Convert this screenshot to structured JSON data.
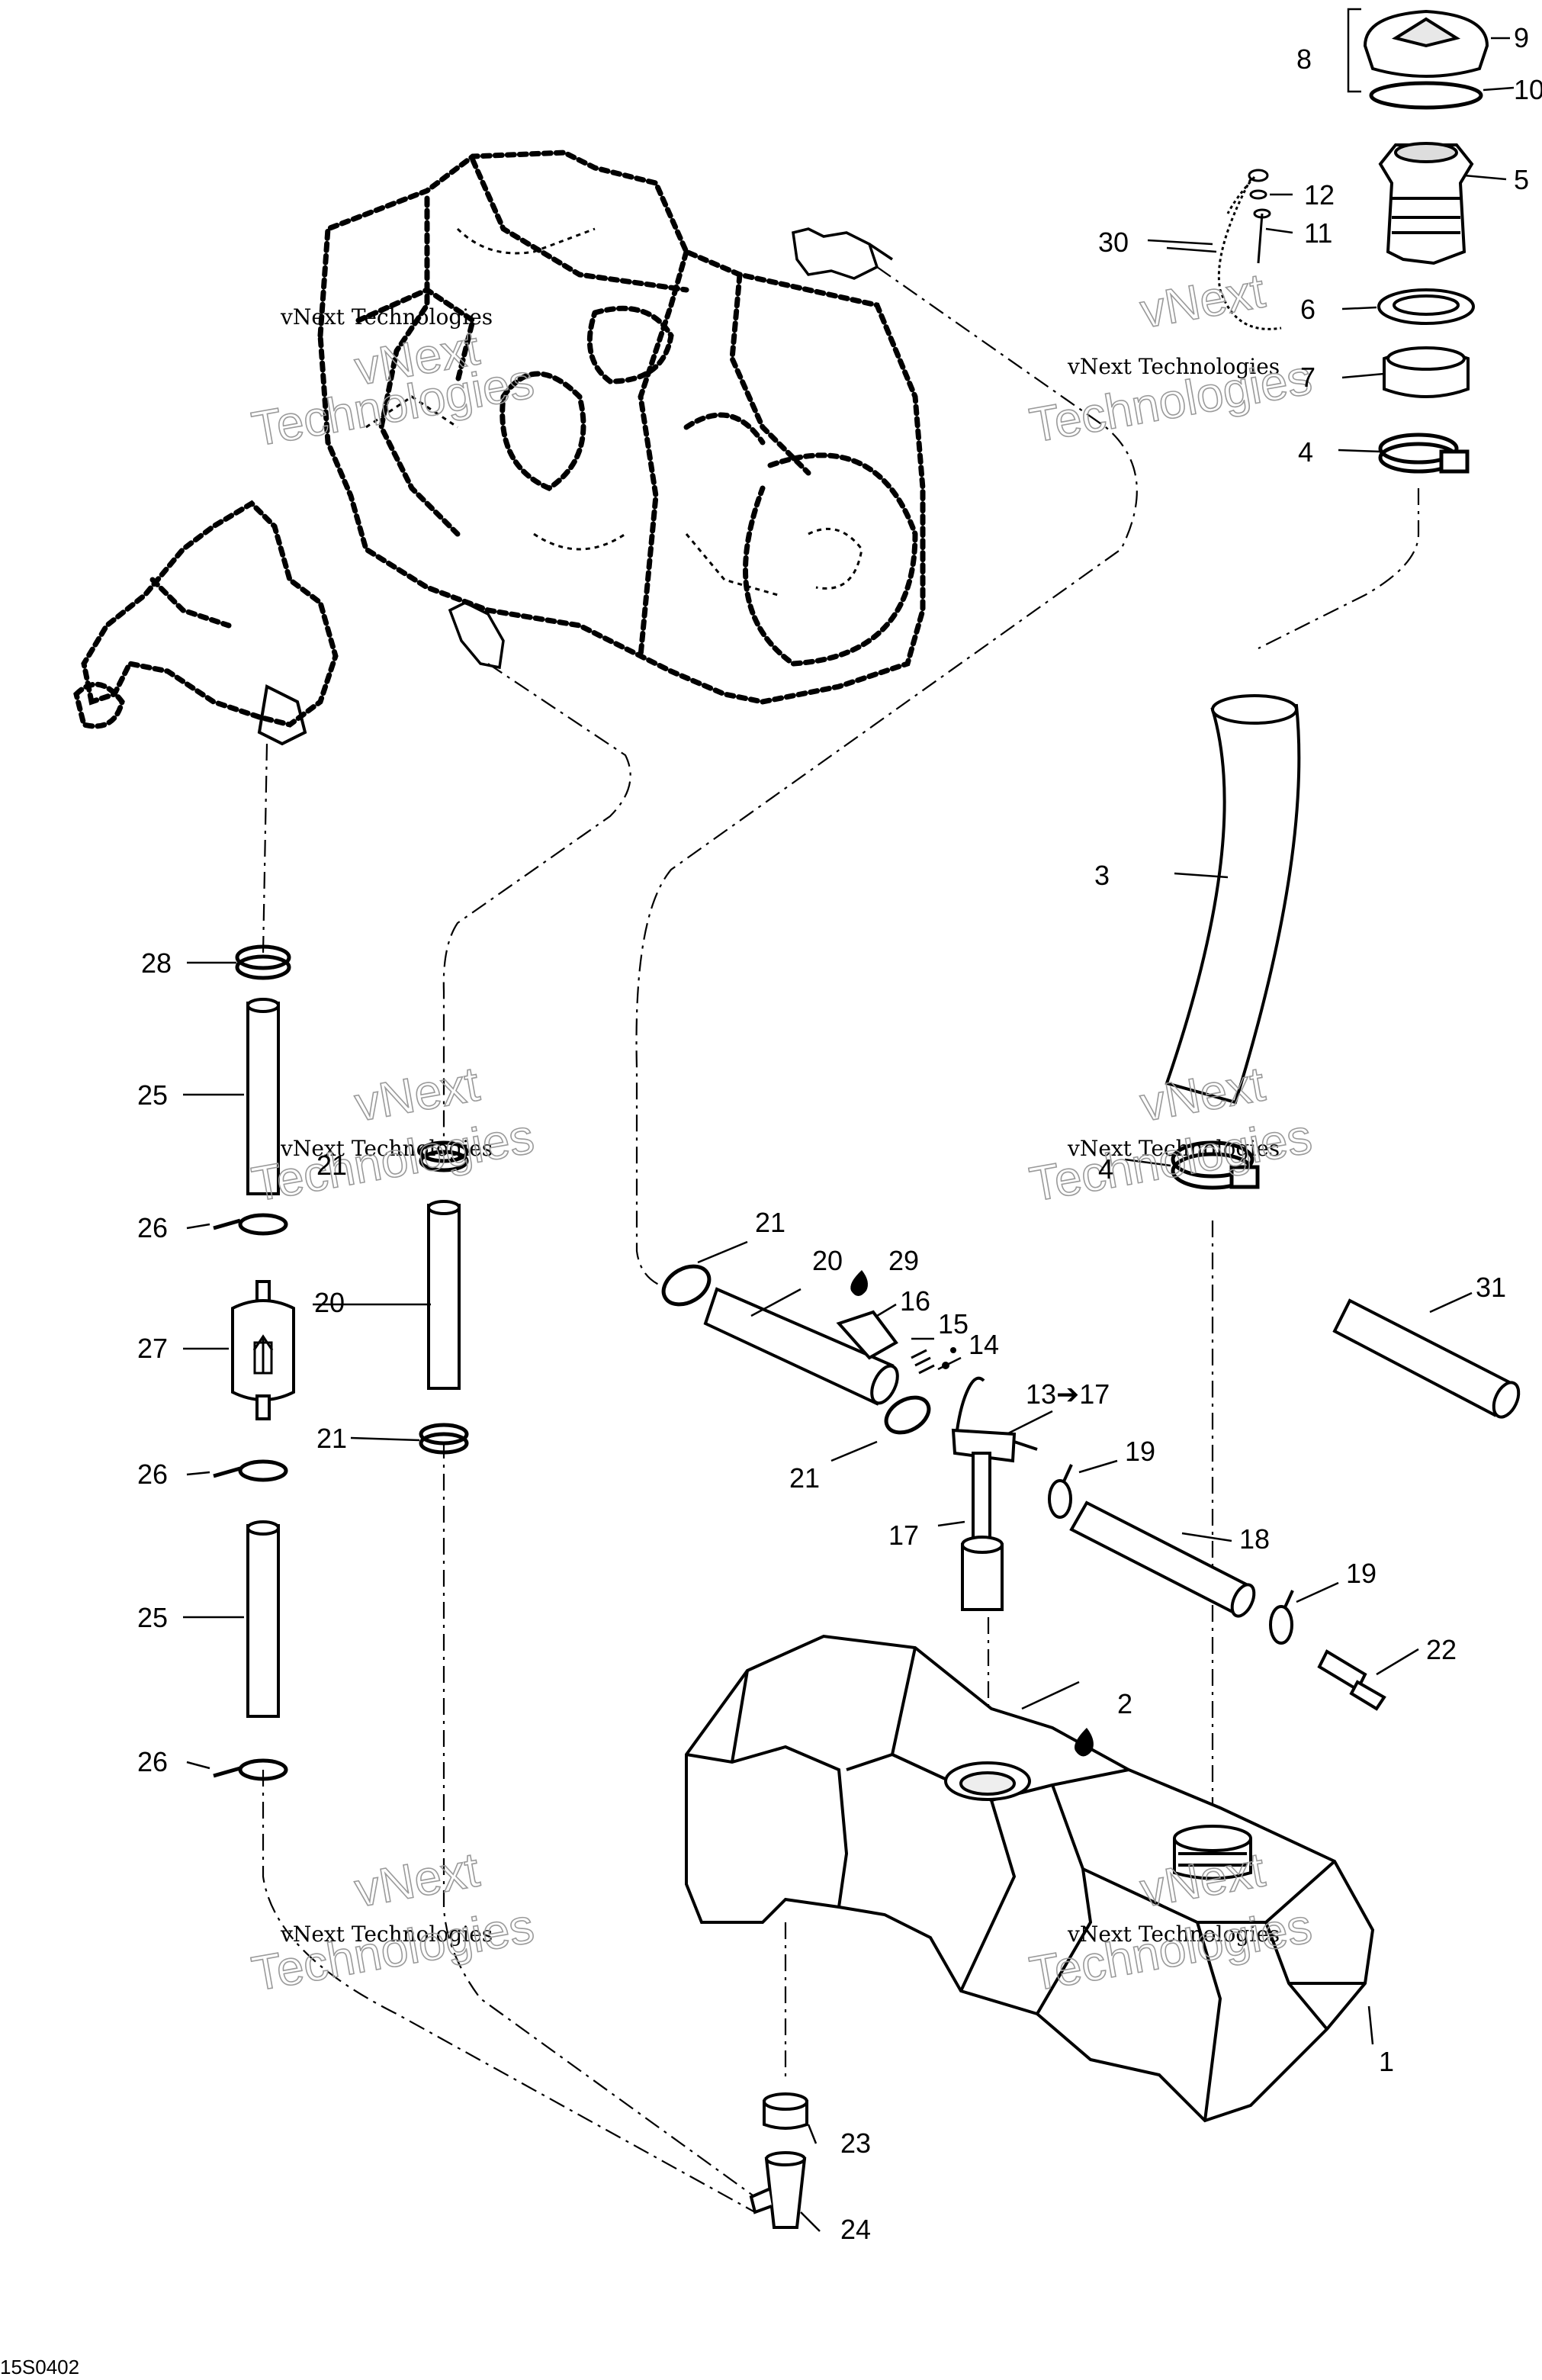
{
  "diagram_code": "15S0402",
  "watermark": {
    "line1": "vNext Technologies",
    "line2": "vNext",
    "line3": "Technologies"
  },
  "callouts": [
    "1",
    "2",
    "3",
    "4",
    "4",
    "5",
    "6",
    "7",
    "8",
    "9",
    "10",
    "11",
    "12",
    "13➔17",
    "14",
    "15",
    "16",
    "17",
    "18",
    "19",
    "19",
    "20",
    "20",
    "21",
    "21",
    "21",
    "21",
    "22",
    "23",
    "24",
    "25",
    "25",
    "26",
    "26",
    "26",
    "27",
    "28",
    "29",
    "30",
    "31"
  ]
}
